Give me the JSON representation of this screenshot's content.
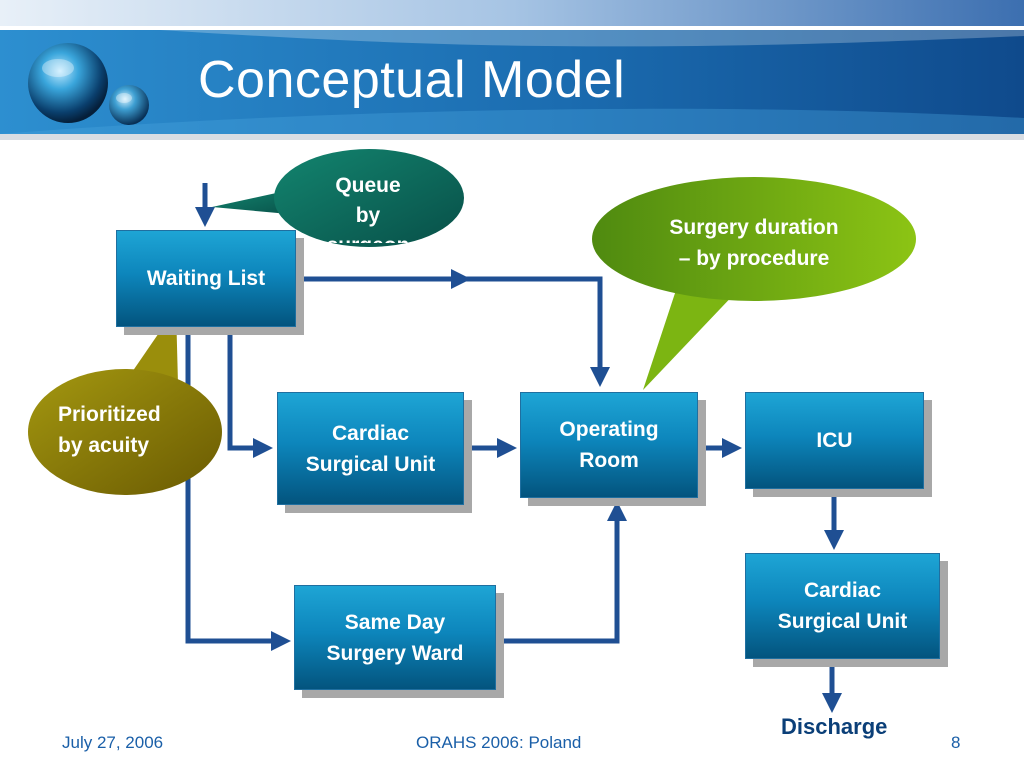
{
  "slide": {
    "title": "Conceptual Model"
  },
  "boxes": {
    "waiting_list": "Waiting List",
    "cardiac_surgical_unit_1": [
      "Cardiac",
      "Surgical Unit"
    ],
    "operating_room": [
      "Operating",
      "Room"
    ],
    "icu": "ICU",
    "same_day_surgery_ward": [
      "Same Day",
      "Surgery Ward"
    ],
    "cardiac_surgical_unit_2": [
      "Cardiac",
      "Surgical Unit"
    ]
  },
  "callouts": {
    "queue": [
      "Queue",
      "by",
      "surgeon"
    ],
    "surgery_duration": [
      "Surgery duration",
      "– by procedure"
    ],
    "prioritized": [
      "Prioritized",
      "by acuity"
    ]
  },
  "discharge": "Discharge",
  "footer": {
    "date": "July 27, 2006",
    "conference": "ORAHS 2006: Poland",
    "page_number": "8"
  },
  "colors": {
    "header_blue": "#1a6fb3",
    "box_top": "#1ea5d5",
    "box_bottom": "#03547e",
    "arrow": "#1f4f93",
    "queue_bubble": "#0c6b5e",
    "duration_bubble": "#6aa30e",
    "prioritized_bubble": "#8a7a06"
  }
}
